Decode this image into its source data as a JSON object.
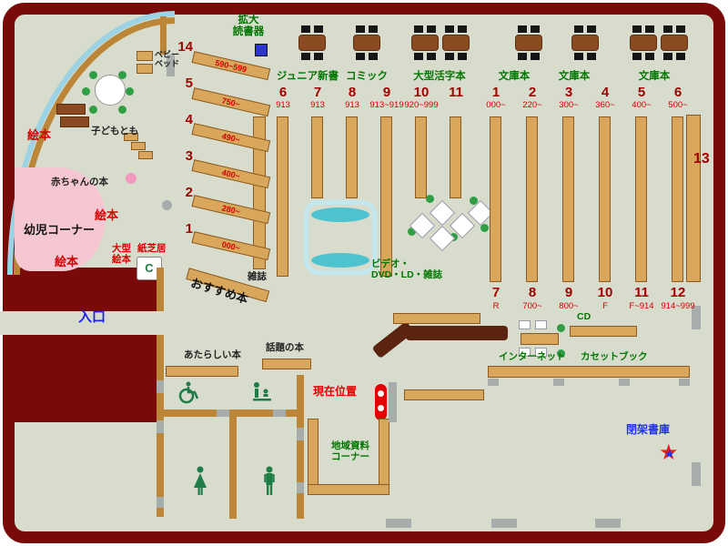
{
  "colors": {
    "frame": "#7a0909",
    "wall": "#bb8637",
    "shelf": "#d8a75c",
    "floor": "#d7dccd",
    "accent_red": "#d40000",
    "accent_green": "#007700",
    "accent_blue": "#2222ee",
    "counter": "#5a2410",
    "cyan": "#4cc3ce",
    "pink": "#f7c6d3"
  },
  "children_area": {
    "picture_books_1": "絵本",
    "picture_books_2": "絵本",
    "picture_books_3": "絵本",
    "baby_bed": "ベビー\nベッド",
    "kodomo_tomo": "子どもとも",
    "baby_books": "赤ちゃんの本",
    "toddler_corner": "幼児コーナー",
    "large_picture_books": "大型\n絵本",
    "kamishibai": "紙芝居",
    "copier": "C"
  },
  "entrance_label": "入口",
  "magnifier_label": "拡大\n読書器",
  "diagonal_shelves": [
    {
      "num": "14",
      "range": "590~599"
    },
    {
      "num": "5",
      "range": "750~"
    },
    {
      "num": "4",
      "range": "490~"
    },
    {
      "num": "3",
      "range": "400~"
    },
    {
      "num": "2",
      "range": "280~"
    },
    {
      "num": "1",
      "range": "000~"
    }
  ],
  "recommended": "おすすめ本",
  "magazines": "雑誌",
  "shelf_headers": [
    "ジュニア新書",
    "コミック",
    "大型活字本",
    "文庫本",
    "文庫本",
    "文庫本"
  ],
  "group_900": {
    "columns": [
      {
        "num": "6",
        "range": "913"
      },
      {
        "num": "7",
        "range": "913"
      },
      {
        "num": "8",
        "range": "913"
      },
      {
        "num": "9",
        "range": "913~919"
      },
      {
        "num": "10",
        "range": "920~999"
      },
      {
        "num": "11",
        "range": ""
      }
    ]
  },
  "group_000": {
    "columns": [
      {
        "num": "1",
        "range": "000~"
      },
      {
        "num": "2",
        "range": "220~"
      },
      {
        "num": "3",
        "range": "300~"
      },
      {
        "num": "4",
        "range": "360~"
      },
      {
        "num": "5",
        "range": "400~"
      },
      {
        "num": "6",
        "range": "500~"
      }
    ]
  },
  "bottom_row": [
    {
      "num": "7",
      "range": "R"
    },
    {
      "num": "8",
      "range": "700~"
    },
    {
      "num": "9",
      "range": "800~"
    },
    {
      "num": "10",
      "range": "F"
    },
    {
      "num": "11",
      "range": "F~914"
    },
    {
      "num": "12",
      "range": "914~999"
    }
  ],
  "shelf_13": "13",
  "av_area": {
    "video": "ビデオ・\nDVD・LD・雑誌",
    "cd": "CD",
    "internet": "インターネット",
    "cassette": "カセットブック"
  },
  "service": {
    "new_books": "あたらしい本",
    "topic_books": "話題の本",
    "current_location": "現在位置",
    "local_materials": "地域資料\nコーナー",
    "closed_stacks": "閉架書庫"
  }
}
